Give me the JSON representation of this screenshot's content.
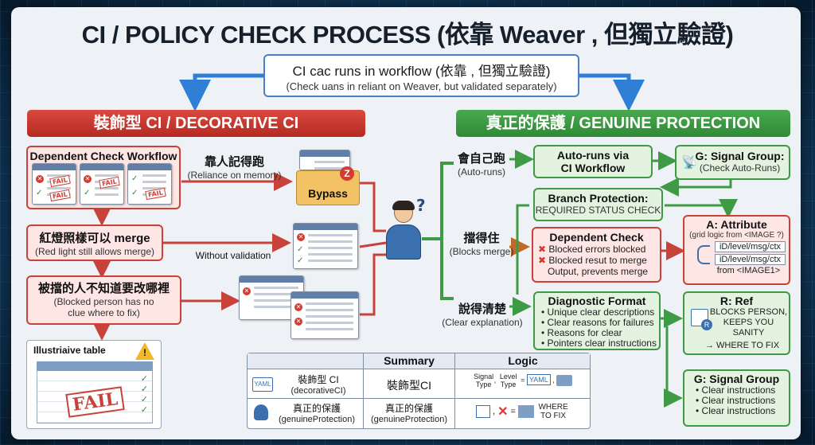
{
  "title": "CI / POLICY CHECK PROCESS (依靠 Weaver , 但獨立驗證)",
  "top": {
    "line1": "CI cac runs in workflow (依靠 , 但獨立驗證)",
    "line2": "(Check uans in reliant on Weaver, but validated separately)"
  },
  "decorative": {
    "banner": "裝飾型 CI / DECORATIVE CI",
    "workflow_title": "Dependent Check Workflow",
    "fail_stamp": "FAIL",
    "reliance_zh": "靠人記得跑",
    "reliance_en": "(Reliance on memory)",
    "bypass": "Bypass",
    "red_light_zh": "紅燈照樣可以 merge",
    "red_light_en": "(Red light still allows merge)",
    "without_validation": "Without validation",
    "blocked_zh": "被擋的人不知道要改哪裡",
    "blocked_en1": "(Blocked person has no",
    "blocked_en2": "clue where to fix)",
    "illustrative_table": "Illustriaive table",
    "fail_big": "FAIL"
  },
  "genuine": {
    "banner": "真正的保護 / GENUINE PROTECTION",
    "auto_zh": "會自己跑",
    "auto_en": "(Auto-runs)",
    "blocks_zh": "擋得住",
    "blocks_en": "(Blocks merge)",
    "explain_zh": "說得清楚",
    "explain_en": "(Clear explanation)",
    "autoruns_title1": "Auto-runs via",
    "autoruns_title2": "CI Workflow",
    "signal_title": "G: Signal Group:",
    "signal_sub": "(Check Auto-Runs)",
    "branch_title": "Branch Protection:",
    "branch_sub": "REQUIRED STATUS CHECK",
    "dep_title": "Dependent Check",
    "dep_items": [
      "Blocked errors blocked",
      "Blocked resut to merge"
    ],
    "dep_tail": "Output, prevents merge",
    "attr_title": "A: Attribute",
    "attr_sub": "(grid logic from <IMAGE ?)",
    "attr_fields": [
      "iD/level/msg/ctx",
      "iD/level/msg/ctx"
    ],
    "attr_from": "from <IMAGE1>",
    "diag_title": "Diagnostic Format",
    "diag_items": [
      "Unique clear descriptions",
      "Clear reasons for failures",
      "Reasons for clear",
      "Pointers clear instructions"
    ],
    "ref_title": "R: Ref",
    "ref_lines": [
      "BLOCKS PERSON,",
      "KEEPS YOU SANITY"
    ],
    "ref_where": "WHERE TO FIX",
    "sg2_title": "G: Signal Group",
    "sg2_items": [
      "Clear instructions",
      "Clear instructions",
      "Clear instructions"
    ]
  },
  "summary": {
    "col_summary": "Summary",
    "col_logic": "Logic",
    "row1_zh": "裝飾型 CI",
    "row1_en": "(decorativeCI)",
    "row1_summary": "裝飾型CI",
    "row2_zh": "真正的保護",
    "row2_en": "(genuineProtection)",
    "row2_summary_zh": "真正的保護",
    "row2_summary_en": "(genuineProtection)",
    "logic_signal": "Signal Type",
    "logic_level": "Level Type",
    "logic_yaml": "YAML",
    "logic_where": "WHERE TO FIX",
    "yaml_label": "YAML"
  },
  "colors": {
    "red": "#c9423a",
    "green": "#3e9a44",
    "blue": "#2f7fd6"
  }
}
